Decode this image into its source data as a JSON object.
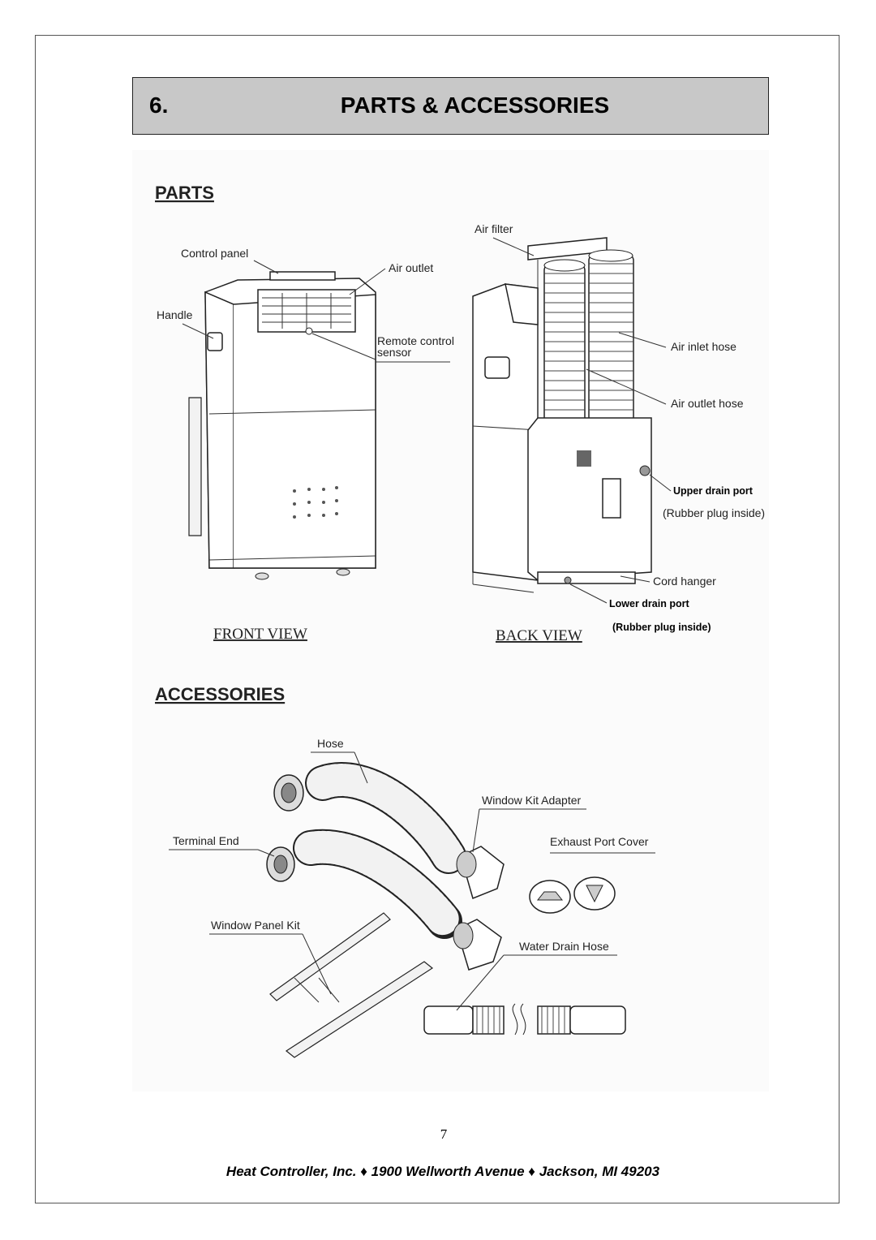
{
  "header": {
    "number": "6.",
    "title": "PARTS & ACCESSORIES"
  },
  "parts": {
    "heading": "PARTS",
    "front_view": "FRONT VIEW",
    "back_view": "BACK VIEW",
    "labels": {
      "control_panel": "Control panel",
      "air_outlet": "Air outlet",
      "handle": "Handle",
      "remote_sensor_1": "Remote control",
      "remote_sensor_2": "sensor",
      "air_filter": "Air filter",
      "air_inlet_hose": "Air inlet hose",
      "air_outlet_hose": "Air outlet hose",
      "upper_drain_port": "Upper drain port",
      "upper_rubber_plug": "(Rubber plug inside)",
      "cord_hanger": "Cord hanger",
      "lower_drain_port": "Lower drain port",
      "lower_rubber_plug": "(Rubber plug inside)"
    }
  },
  "accessories": {
    "heading": "ACCESSORIES",
    "labels": {
      "hose": "Hose",
      "window_kit_adapter": "Window Kit Adapter",
      "terminal_end": "Terminal End",
      "exhaust_port_cover": "Exhaust Port Cover",
      "window_panel_kit": "Window Panel Kit",
      "water_drain_hose": "Water Drain Hose"
    }
  },
  "page_number": "7",
  "footer": "Heat Controller, Inc. ♦ 1900 Wellworth Avenue ♦ Jackson, MI    49203"
}
